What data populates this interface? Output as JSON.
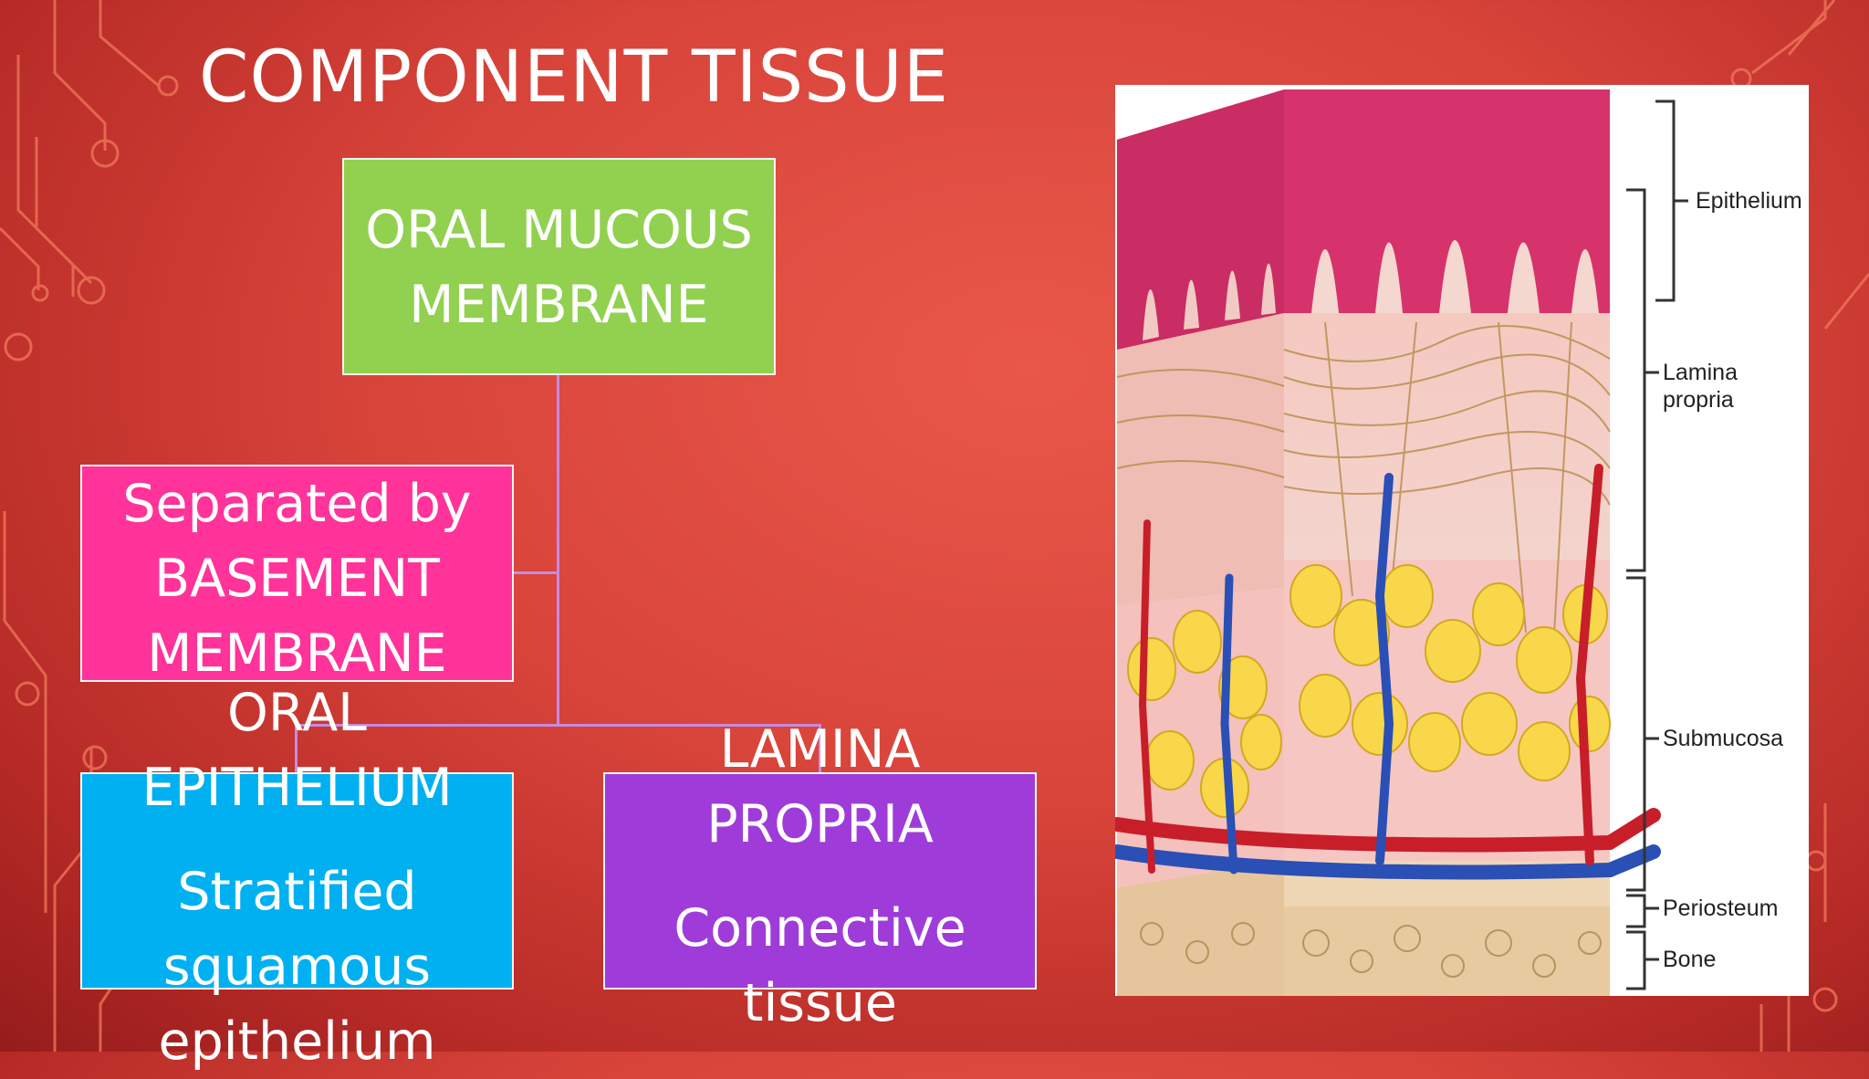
{
  "slide": {
    "title": "COMPONENT TISSUE"
  },
  "diagram": {
    "root": {
      "line1": "ORAL MUCOUS",
      "line2": "MEMBRANE"
    },
    "separator": {
      "line1": "Separated by",
      "line2": "BASEMENT",
      "line3": "MEMBRANE"
    },
    "epithelium": {
      "line1": "ORAL",
      "line2": "EPITHELIUM",
      "line3": "Stratified",
      "line4": "squamous",
      "line5": "epithelium"
    },
    "lamina": {
      "line1": "LAMINA",
      "line2": "PROPRIA",
      "line3": "Connective",
      "line4": "tissue"
    }
  },
  "figure": {
    "labels": {
      "epithelium": "Epithelium",
      "lamina1": "Lamina",
      "lamina2": "propria",
      "submucosa": "Submucosa",
      "periosteum": "Periosteum",
      "bone": "Bone"
    }
  },
  "colors": {
    "root_box": "#92d050",
    "separator_box": "#ff3399",
    "epithelium_box": "#00b0f0",
    "lamina_box": "#9f3cd9",
    "connector": "#c58be0"
  }
}
